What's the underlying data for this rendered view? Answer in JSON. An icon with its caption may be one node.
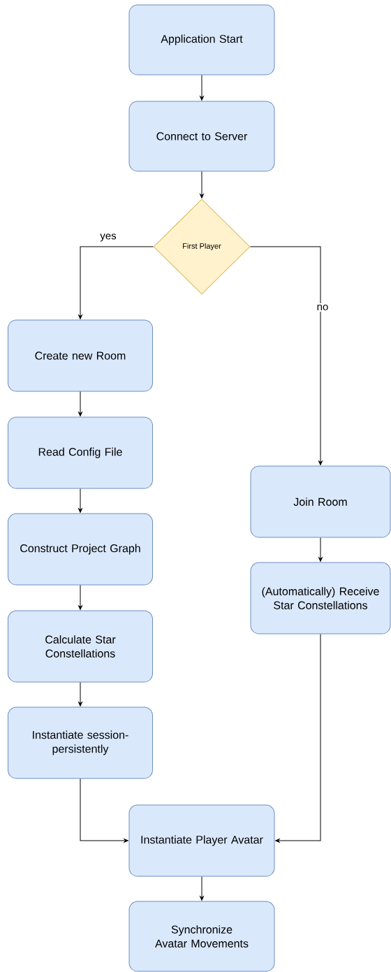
{
  "diagram": {
    "nodes": [
      {
        "text": [
          "Application Start"
        ]
      },
      {
        "text": [
          "Connect to Server"
        ]
      },
      {
        "text": [
          "First Player"
        ]
      },
      {
        "text": [
          "Create new Room"
        ]
      },
      {
        "text": [
          "Read Config File"
        ]
      },
      {
        "text": [
          "Construct Project Graph"
        ]
      },
      {
        "text": [
          "Calculate Star Constellations"
        ]
      },
      {
        "text": [
          "Instantiate session-persistently"
        ]
      },
      {
        "text": [
          "Join Room"
        ]
      },
      {
        "text": [
          "(Automatically) Receive Star Constellations"
        ]
      },
      {
        "text": [
          "Instantiate Player Avatar"
        ]
      },
      {
        "text": [
          "Synchronize Avatar Movements"
        ]
      }
    ],
    "edges": [
      {
        "from": 0,
        "to": 1,
        "arrow": "to"
      },
      {
        "from": 1,
        "to": 2,
        "arrow": "to"
      },
      {
        "from": 2,
        "to": 3,
        "arrow": "to",
        "label": "yes"
      },
      {
        "from": 2,
        "to": 8,
        "arrow": "to",
        "label": "no"
      },
      {
        "from": 3,
        "to": 4,
        "arrow": "to"
      },
      {
        "from": 4,
        "to": 5,
        "arrow": "to"
      },
      {
        "from": 5,
        "to": 6,
        "arrow": "to"
      },
      {
        "from": 6,
        "to": 7,
        "arrow": "to"
      },
      {
        "from": 8,
        "to": 9,
        "arrow": "to"
      },
      {
        "from": 7,
        "to": 10,
        "arrow": "to"
      },
      {
        "from": 9,
        "to": 10,
        "arrow": "to"
      },
      {
        "from": 10,
        "to": 11,
        "arrow": "to"
      }
    ]
  }
}
